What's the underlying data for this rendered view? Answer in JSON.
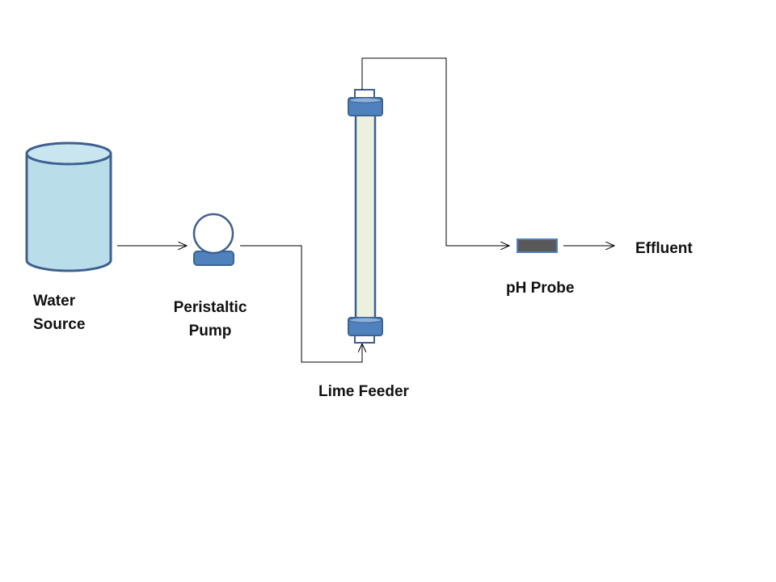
{
  "labels": {
    "water_source": [
      "Water",
      "Source"
    ],
    "peristaltic_pump": [
      "Peristaltic",
      "Pump"
    ],
    "lime_feeder": "Lime Feeder",
    "ph_probe": "pH Probe",
    "effluent": "Effluent"
  },
  "colors": {
    "tank_fill": "#b9deea",
    "tank_stroke": "#3f5f8f",
    "component_blue": "#4f81bd",
    "column_fill": "#ebf1de",
    "probe_fill": "#595959",
    "line": "#000000"
  }
}
